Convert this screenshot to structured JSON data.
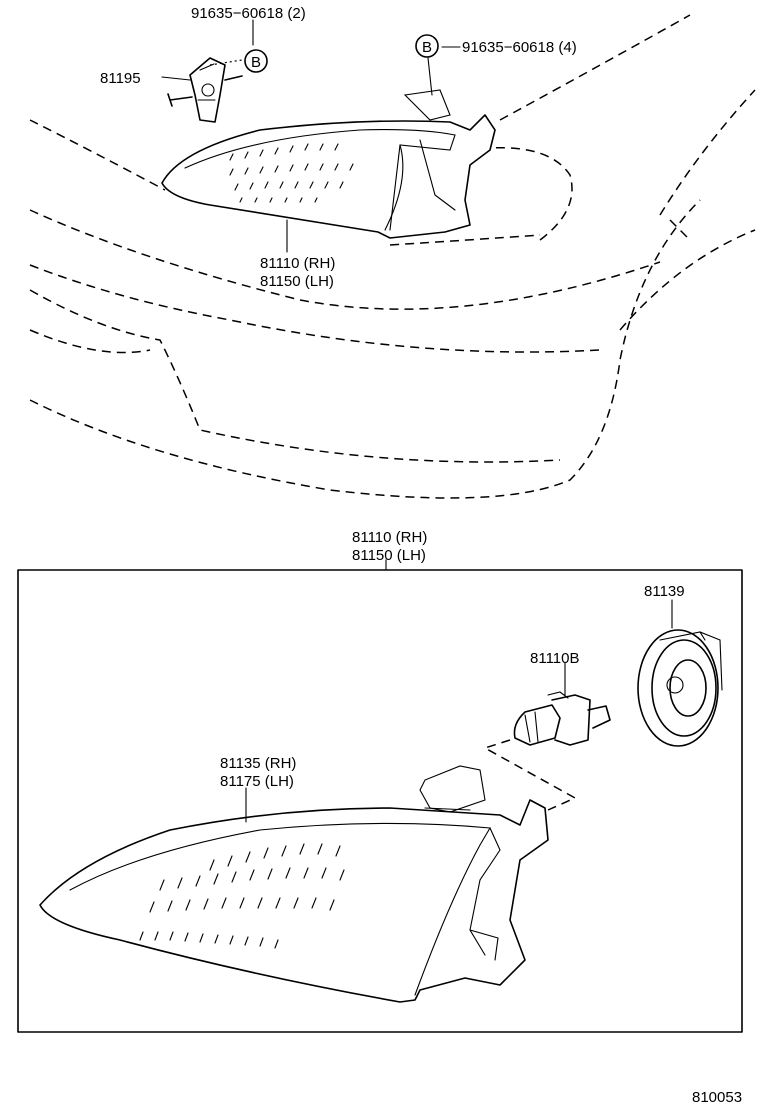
{
  "callouts": {
    "bolt_top": "91635−60618 (2)",
    "bolt_right": "91635−60618 (4)",
    "bracket": "81195",
    "unit_top_rh": "81110 (RH)",
    "unit_top_lh": "81150 (LH)",
    "unit_box_rh": "81110 (RH)",
    "unit_box_lh": "81150 (LH)",
    "cover": "81139",
    "bulb": "81110B",
    "lens_rh": "81135 (RH)",
    "lens_lh": "81175 (LH)",
    "ref_b1": "B",
    "ref_b2": "B",
    "figure_number": "810053"
  }
}
